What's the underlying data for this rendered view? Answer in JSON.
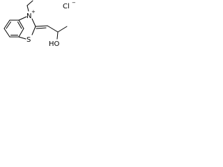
{
  "molecule": {
    "labels": {
      "n_atom": "N",
      "n_charge": "+",
      "s_atom": "S",
      "hydroxyl": "HO",
      "counter_ion": "Cl",
      "counter_charge": "−"
    }
  }
}
